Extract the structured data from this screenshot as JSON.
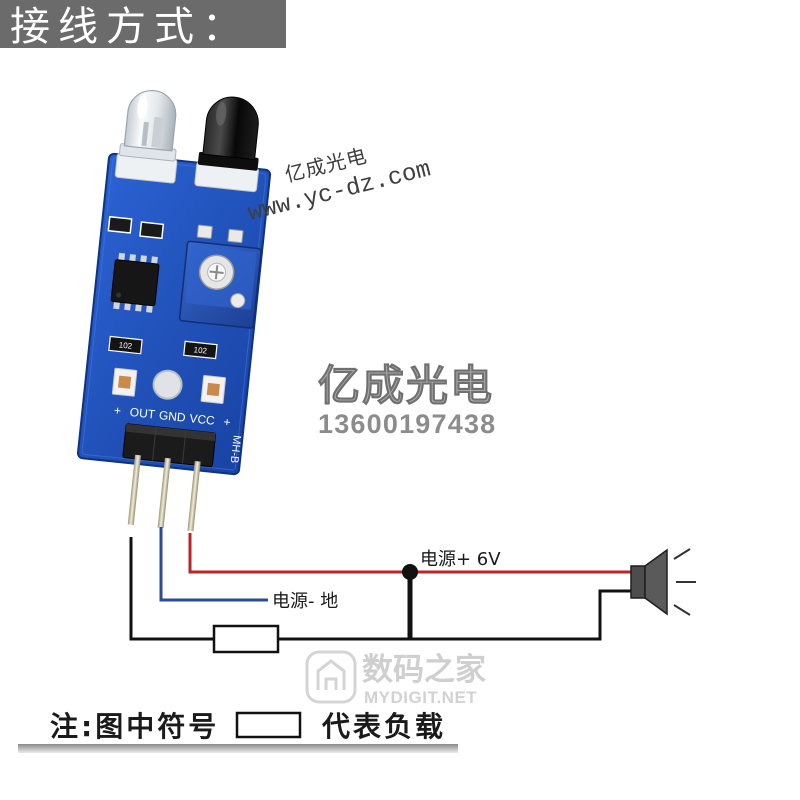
{
  "header": {
    "title": "接线方式："
  },
  "watermarks": {
    "top": {
      "brand": "亿成光电",
      "url": "www.yc-dz.com"
    },
    "center": {
      "brand": "亿成光电",
      "phone": "13600197438"
    },
    "logo": {
      "name": "数码之家",
      "site": "MYDIGIT.NET",
      "icon": "house-logo-icon"
    }
  },
  "module": {
    "model": "MH-B",
    "plus_sign": "+",
    "pin_labels": [
      "OUT",
      "GND",
      "VCC"
    ],
    "resistor_code": "102"
  },
  "wiring": {
    "vcc_label": "电源+ 6V",
    "gnd_label": "电源- 地",
    "load_icon": "speaker-icon"
  },
  "note": {
    "prefix": "注:图中符号",
    "suffix": "代表负载"
  },
  "colors": {
    "header_bg": "#6b6b6b",
    "vcc_wire": "#b8262a",
    "gnd_wire": "#2b4b96",
    "out_wire": "#111111",
    "pcb": "#1f4fb5"
  }
}
